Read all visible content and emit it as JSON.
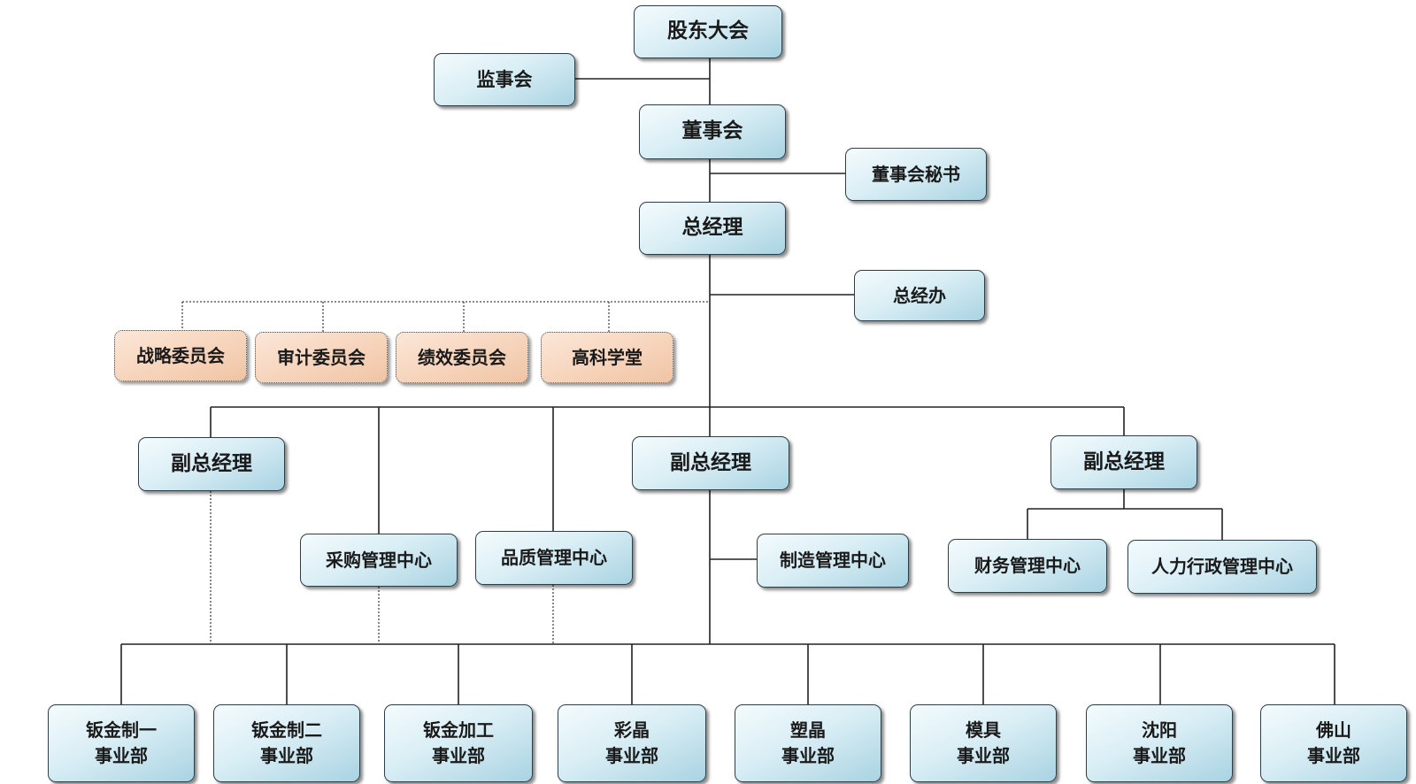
{
  "chart": {
    "shareholders": "股东大会",
    "supervisors": "监事会",
    "board": "董事会",
    "board_secretary": "董事会秘书",
    "general_manager": "总经理",
    "gm_office": "总经办",
    "committees": [
      "战略委员会",
      "审计委员会",
      "绩效委员会",
      "高科学堂"
    ],
    "deputy_left": "副总经理",
    "deputy_center": "副总经理",
    "deputy_right": "副总经理",
    "procurement": "采购管理中心",
    "quality": "品质管理中心",
    "manufacturing": "制造管理中心",
    "finance": "财务管理中心",
    "hr_admin": "人力行政管理中心",
    "business_units": [
      {
        "line1": "钣金制一",
        "line2": "事业部"
      },
      {
        "line1": "钣金制二",
        "line2": "事业部"
      },
      {
        "line1": "钣金加工",
        "line2": "事业部"
      },
      {
        "line1": "彩晶",
        "line2": "事业部"
      },
      {
        "line1": "塑晶",
        "line2": "事业部"
      },
      {
        "line1": "模具",
        "line2": "事业部"
      },
      {
        "line1": "沈阳",
        "line2": "事业部"
      },
      {
        "line1": "佛山",
        "line2": "事业部"
      }
    ]
  },
  "colors": {
    "node_fill": "#cfe8f1",
    "committee_fill": "#f6d2b8",
    "line": "#222222"
  }
}
